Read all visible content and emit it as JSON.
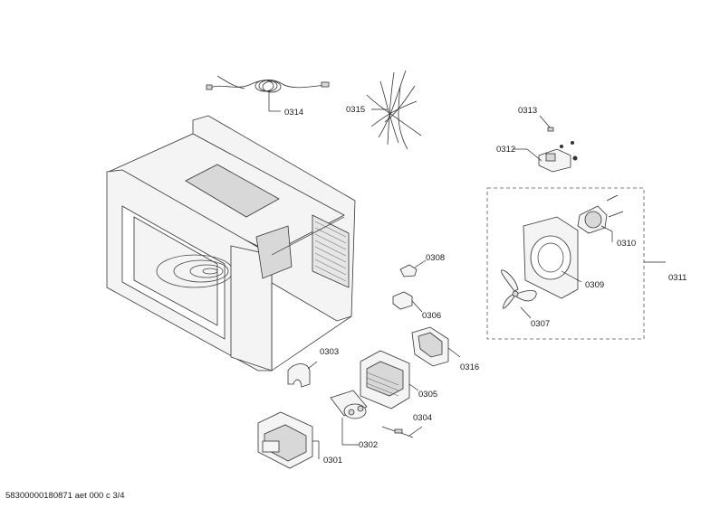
{
  "callouts": {
    "p0301": "0301",
    "p0302": "0302",
    "p0303": "0303",
    "p0304": "0304",
    "p0305": "0305",
    "p0306": "0306",
    "p0307": "0307",
    "p0308": "0308",
    "p0309": "0309",
    "p0310": "0310",
    "p0311": "0311",
    "p0312": "0312",
    "p0313": "0313",
    "p0314": "0314",
    "p0315": "0315",
    "p0316": "0316"
  },
  "footer": {
    "doc_id": "58300000180871 aet 000 c 3/4"
  }
}
